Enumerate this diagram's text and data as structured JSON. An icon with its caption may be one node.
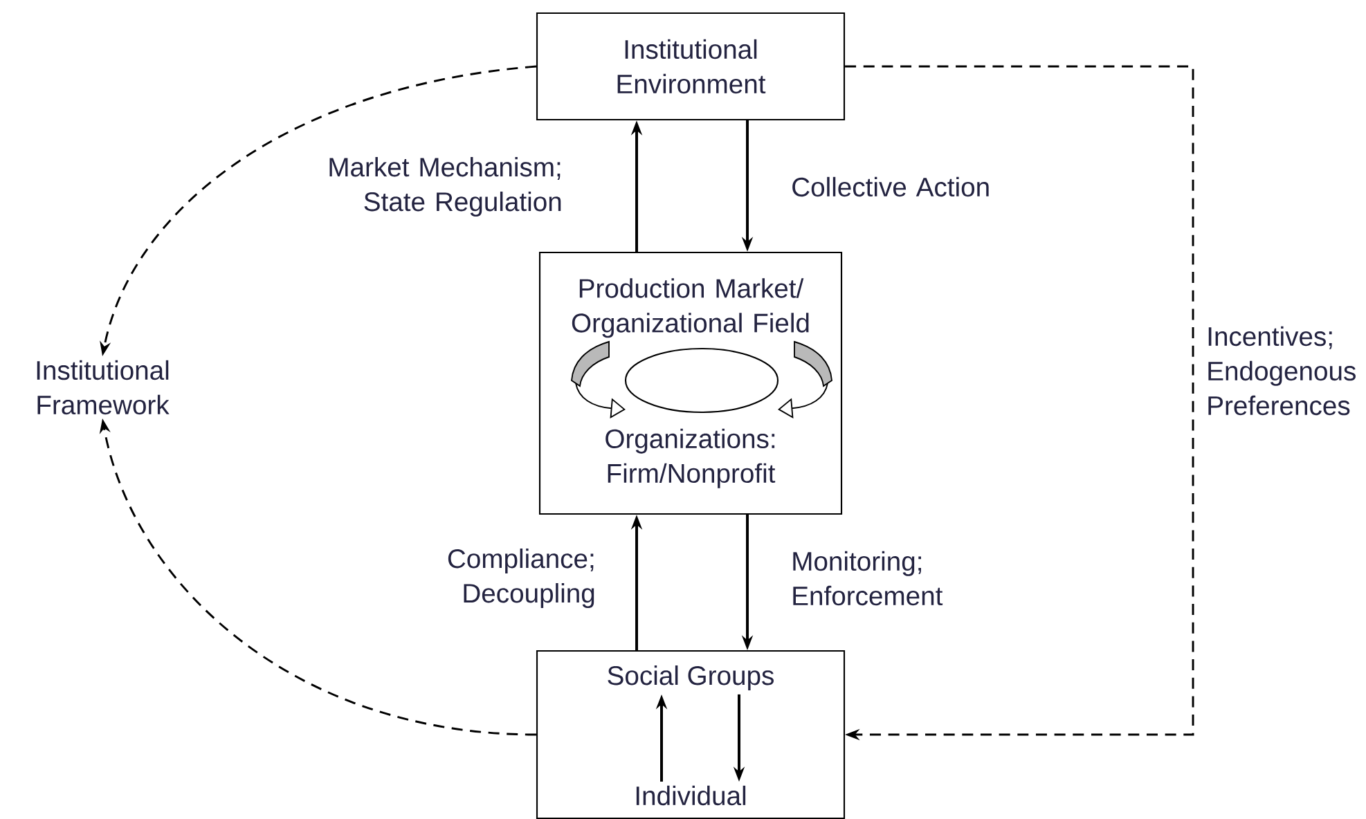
{
  "diagram": {
    "nodes": [
      {
        "text": [
          "Institutional Environment"
        ]
      },
      {
        "text": [
          "Production Market/ Organizational Field",
          "Organizations: Firm/Nonprofit"
        ]
      },
      {
        "text": [],
        "shape": "ellipse",
        "in": 1
      },
      {
        "text": [],
        "shape": "box"
      },
      {
        "text": [
          "Social Groups"
        ],
        "in": 3
      },
      {
        "text": [
          "Individual"
        ],
        "in": 3
      },
      {
        "text": [
          "Institutional Framework"
        ]
      }
    ],
    "edges": [
      {
        "from": 1,
        "to": 0,
        "arrow": "to",
        "label": "Market Mechanism; State Regulation"
      },
      {
        "from": 0,
        "to": 1,
        "arrow": "to",
        "label": "Collective Action"
      },
      {
        "from": 3,
        "to": 1,
        "arrow": "to",
        "label": "Compliance; Decoupling"
      },
      {
        "from": 1,
        "to": 3,
        "arrow": "to",
        "label": "Monitoring; Enforcement"
      },
      {
        "from": 5,
        "to": 4,
        "arrow": "to"
      },
      {
        "from": 4,
        "to": 5,
        "arrow": "to"
      },
      {
        "from": 0,
        "to": 6,
        "arrow": "to",
        "style": "dashed"
      },
      {
        "from": 3,
        "to": 6,
        "arrow": "to",
        "style": "dashed"
      },
      {
        "from": 0,
        "to": 3,
        "arrow": "to",
        "style": "dashed",
        "label": "Incentives; Endogenous Preferences"
      }
    ]
  }
}
